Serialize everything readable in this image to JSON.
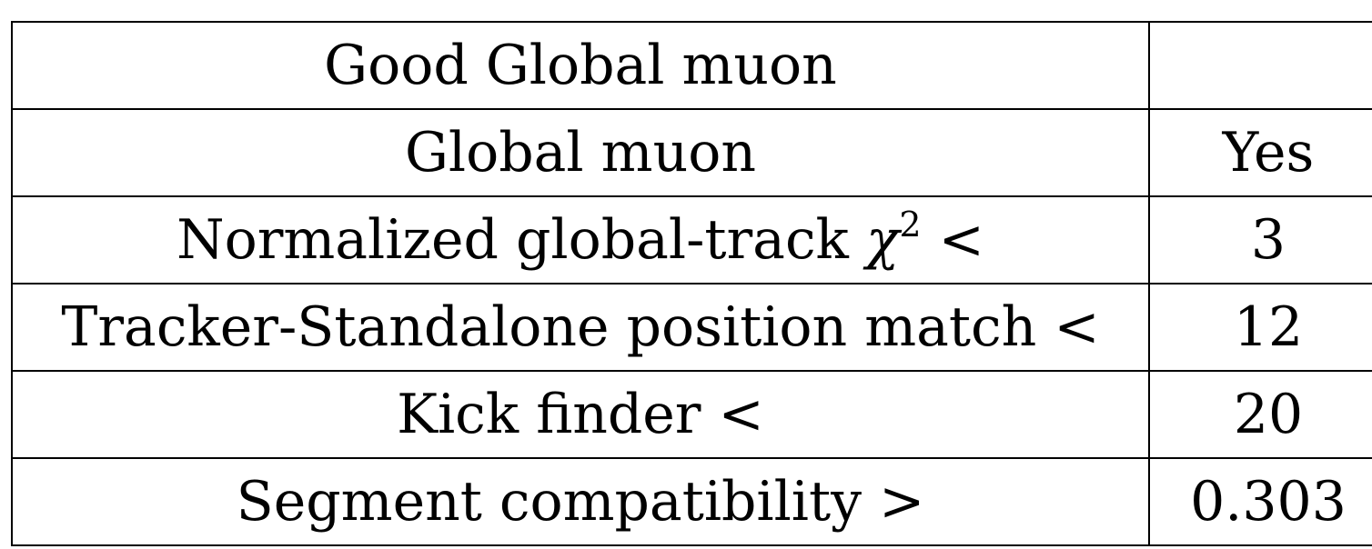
{
  "table": {
    "rows": [
      {
        "label": "Good Global muon",
        "value": ""
      },
      {
        "label": "Global muon",
        "value": "Yes"
      },
      {
        "label_prefix": "Normalized global-track ",
        "label_symbol": "χ",
        "label_superscript": "2",
        "label_suffix": " <",
        "value": "3"
      },
      {
        "label": "Tracker-Standalone position match <",
        "value": "12"
      },
      {
        "label": "Kick finder <",
        "value": "20"
      },
      {
        "label": "Segment compatibility >",
        "value": "0.303"
      }
    ]
  }
}
